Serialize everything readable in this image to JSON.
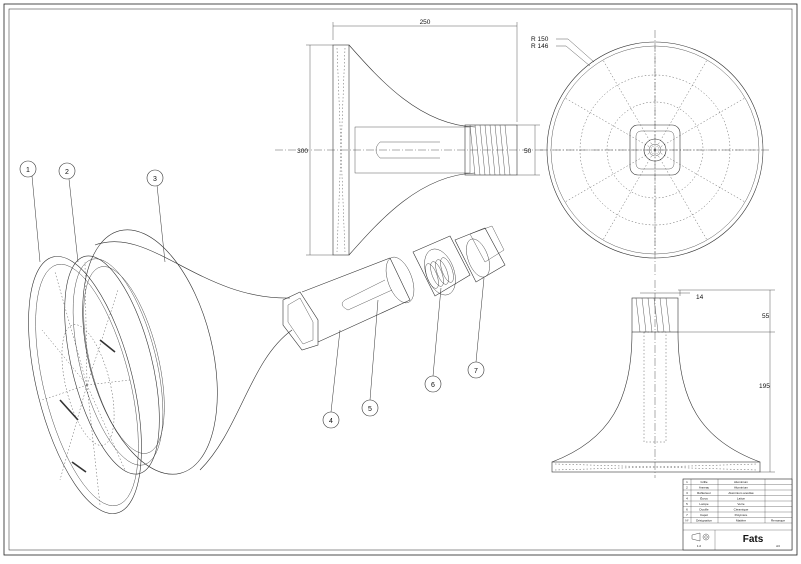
{
  "dimensions": {
    "width_top": "250",
    "height_left": "300",
    "diameter_neck": "50",
    "radius_outer": "R 150",
    "radius_inner": "R 146",
    "neck_offset": "14",
    "neck_height": "55",
    "horn_height": "195"
  },
  "balloons": [
    "1",
    "2",
    "3",
    "4",
    "5",
    "6",
    "7"
  ],
  "title_block": {
    "header": {
      "no": "N°",
      "designation": "Désignation",
      "material": "Matière",
      "remark": "Remarque"
    },
    "rows": [
      {
        "no": "1",
        "designation": "Grille",
        "material": "Aluminium",
        "remark": ""
      },
      {
        "no": "2",
        "designation": "Anneau",
        "material": "Aluminium",
        "remark": ""
      },
      {
        "no": "3",
        "designation": "Réflecteur",
        "material": "Aluminium anodisé",
        "remark": ""
      },
      {
        "no": "4",
        "designation": "Écrou",
        "material": "Laiton",
        "remark": ""
      },
      {
        "no": "5",
        "designation": "Lampe",
        "material": "Verre",
        "remark": ""
      },
      {
        "no": "6",
        "designation": "Douille",
        "material": "Céramique",
        "remark": ""
      },
      {
        "no": "7",
        "designation": "Capot",
        "material": "Polymère",
        "remark": ""
      }
    ],
    "project_title": "Fats",
    "scale": "1:2",
    "sheet": "A3"
  }
}
